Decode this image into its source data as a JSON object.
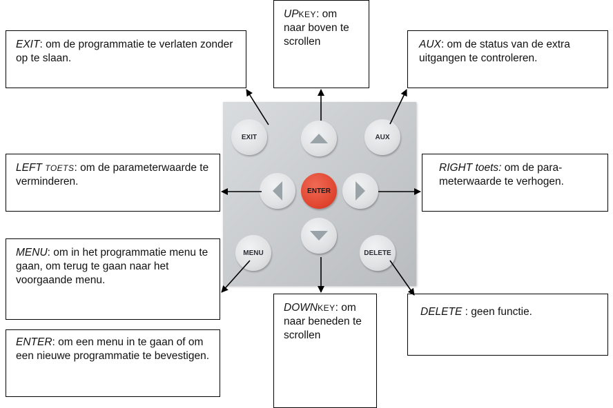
{
  "callouts": {
    "exit": {
      "key": "EXIT",
      "text": ": om de programmatie te verlaten zonder op te slaan."
    },
    "up": {
      "key": "UP",
      "key_suffix": "KEY",
      "text": ": om naar boven te scrollen"
    },
    "aux": {
      "key": "AUX",
      "text": ": om de status van de extra uitgangen te controleren."
    },
    "left": {
      "key": "LEFT",
      "key_suffix": "TOETS",
      "text": ": om de parameterwaarde te verminderen."
    },
    "right": {
      "key": "RIGHT toets:",
      "text": " om de para-meterwaarde te verhogen."
    },
    "menu": {
      "key": "MENU",
      "text": ": om in het programmatie menu te gaan, om terug te gaan naar het voorgaande menu."
    },
    "down": {
      "key": "DOWN",
      "key_suffix": "KEY",
      "text": ": om naar beneden te scrollen"
    },
    "delete": {
      "key": "DELETE",
      "text": " : geen functie."
    },
    "enter": {
      "key": "ENTER",
      "text": ": om een menu in te gaan of om een nieuwe programmatie te bevestigen."
    }
  },
  "keypad": {
    "exit_label": "EXIT",
    "aux_label": "AUX",
    "enter_label": "ENTER",
    "menu_label": "MENU",
    "delete_label": "DELETE"
  },
  "colors": {
    "enter_key": "#e04630",
    "keypad": "#c9ccce",
    "key": "#dfe1e3",
    "arrow_key_triangle": "#9aa3a8"
  }
}
